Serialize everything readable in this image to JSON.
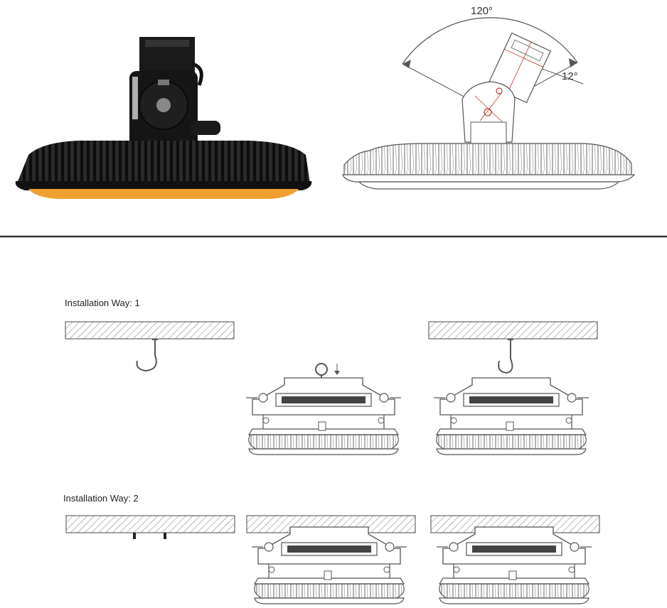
{
  "top": {
    "angle_total": "120°",
    "angle_small": "12°"
  },
  "installation": {
    "way1_label": "Installation Way: 1",
    "way2_label": "Installation Way: 2"
  },
  "colors": {
    "lamp_body": "#1c1c1c",
    "lens_accent": "#f0a030",
    "line": "#555555",
    "red_marks": "#c0392b",
    "divider": "#333333"
  }
}
